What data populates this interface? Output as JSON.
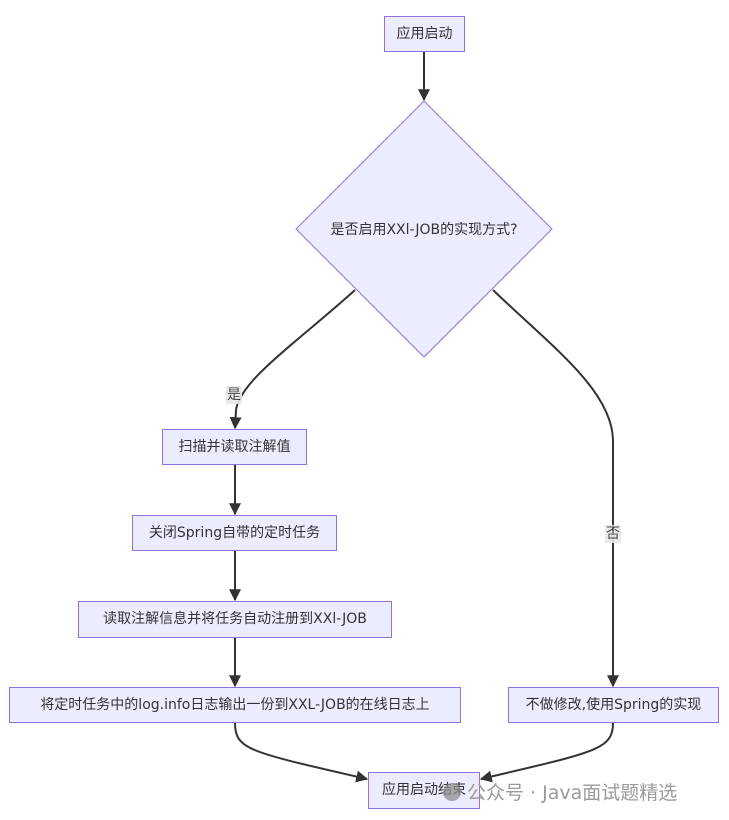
{
  "diagram": {
    "type": "flowchart",
    "direction": "top-down",
    "colors": {
      "node_fill": "#ececff",
      "node_border": "#9370db",
      "edge": "#333333",
      "text": "#333333",
      "edge_label_bg": "#e8e8e8"
    },
    "nodes": {
      "start": {
        "label": "应用启动",
        "shape": "rect"
      },
      "decision": {
        "label": "是否启用XXl-JOB的实现方式?",
        "shape": "diamond"
      },
      "scan": {
        "label": "扫描并读取注解值",
        "shape": "rect"
      },
      "close_spring": {
        "label": "关闭Spring自带的定时任务",
        "shape": "rect"
      },
      "register": {
        "label": "读取注解信息并将任务自动注册到XXl-JOB",
        "shape": "rect"
      },
      "log_output": {
        "label": "将定时任务中的log.info日志输出一份到XXL-JOB的在线日志上",
        "shape": "rect"
      },
      "no_change": {
        "label": "不做修改,使用Spring的实现",
        "shape": "rect"
      },
      "end": {
        "label": "应用启动结束",
        "shape": "rect"
      }
    },
    "edges": [
      {
        "from": "start",
        "to": "decision",
        "label": ""
      },
      {
        "from": "decision",
        "to": "scan",
        "label": "是"
      },
      {
        "from": "decision",
        "to": "no_change",
        "label": "否"
      },
      {
        "from": "scan",
        "to": "close_spring",
        "label": ""
      },
      {
        "from": "close_spring",
        "to": "register",
        "label": ""
      },
      {
        "from": "register",
        "to": "log_output",
        "label": ""
      },
      {
        "from": "log_output",
        "to": "end",
        "label": ""
      },
      {
        "from": "no_change",
        "to": "end",
        "label": ""
      }
    ]
  },
  "edge_labels": {
    "yes": "是",
    "no": "否"
  },
  "watermark": {
    "text": "公众号 · Java面试题精选"
  }
}
